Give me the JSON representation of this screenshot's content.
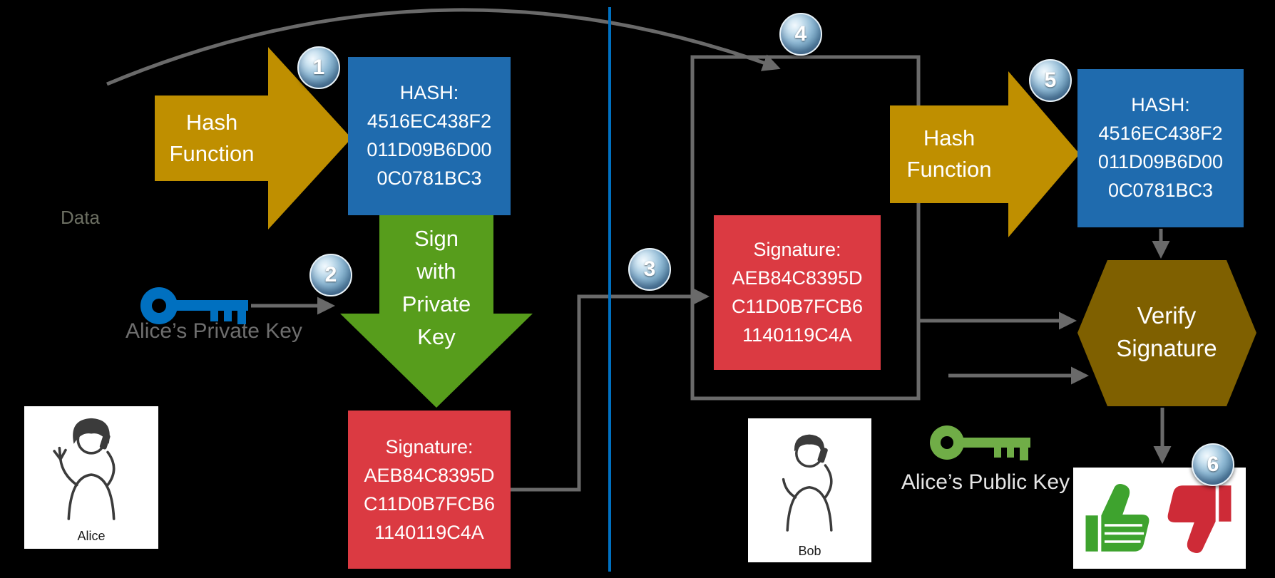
{
  "colors": {
    "background": "#000000",
    "hash_arrow_orange": "#BF8F00",
    "hash_box_blue": "#1F6BAE",
    "sign_arrow_green": "#579D1C",
    "signature_box_red": "#DB3A42",
    "verify_hexagon_brown": "#7F6000",
    "divider_blue": "#0070C0",
    "connector_gray": "#6A6A6A",
    "private_key_blue": "#0070C0",
    "public_key_green": "#70AD47",
    "thumb_up_green": "#3EA32E",
    "thumb_down_red": "#CE2B37"
  },
  "badges": {
    "b1": "1",
    "b2": "2",
    "b3": "3",
    "b4": "4",
    "b5": "5",
    "b6": "6"
  },
  "left": {
    "data_label": "Data",
    "hash_function": {
      "line1": "Hash",
      "line2": "Function"
    },
    "hash_box": {
      "title": "HASH:",
      "line1": "4516EC438F2",
      "line2": "011D09B6D00",
      "line3": "0C0781BC3"
    },
    "sign_arrow": {
      "line1": "Sign",
      "line2": "with",
      "line3": "Private",
      "line4": "Key"
    },
    "private_key_label": "Alice’s Private Key",
    "signature_box": {
      "title": "Signature:",
      "line1": "AEB84C8395D",
      "line2": "C11D0B7FCB6",
      "line3": "1140119C4A"
    },
    "alice_caption": "Alice"
  },
  "right": {
    "signature_box": {
      "title": "Signature:",
      "line1": "AEB84C8395D",
      "line2": "C11D0B7FCB6",
      "line3": "1140119C4A"
    },
    "hash_function": {
      "line1": "Hash",
      "line2": "Function"
    },
    "hash_box": {
      "title": "HASH:",
      "line1": "4516EC438F2",
      "line2": "011D09B6D00",
      "line3": "0C0781BC3"
    },
    "verify_hexagon": {
      "line1": "Verify",
      "line2": "Signature"
    },
    "public_key_label": "Alice’s Public Key",
    "bob_caption": "Bob"
  }
}
